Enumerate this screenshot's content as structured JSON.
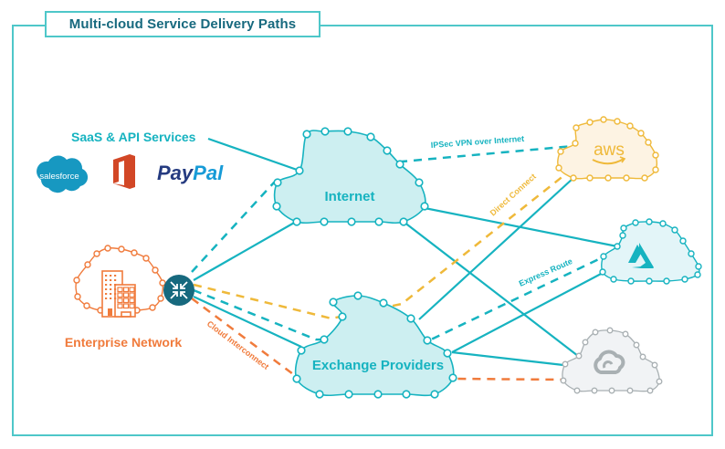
{
  "title": "Multi-cloud Service Delivery Paths",
  "colors": {
    "teal": "#16b3c0",
    "teal_dark": "#17697e",
    "orange": "#f07b3c",
    "gold": "#efb93a",
    "cloud_teal_fill": "#cdeff1",
    "cloud_aws_fill": "#fdf3e3",
    "cloud_azure_fill": "#e3f5f8",
    "cloud_gcp_fill": "#f1f3f5",
    "cloud_gcp_stroke": "#a9b0b3",
    "router_fill": "#17697e",
    "salesforce": "#1798c1",
    "office": "#d24726",
    "paypal_dark": "#253b80",
    "paypal_light": "#179bd7"
  },
  "saas": {
    "label": "SaaS & API Services",
    "logos": [
      {
        "name": "salesforce",
        "text": "salesforce"
      },
      {
        "name": "office-365",
        "text": ""
      },
      {
        "name": "paypal",
        "text_a": "Pay",
        "text_b": "Pal"
      }
    ]
  },
  "nodes": {
    "internet": {
      "label": "Internet"
    },
    "exchange": {
      "label": "Exchange Providers"
    },
    "enterprise": {
      "label": "Enterprise Network"
    },
    "aws": {
      "label": "aws"
    },
    "azure": {
      "label": "Azure"
    },
    "gcp": {
      "label": "Google Cloud"
    }
  },
  "connections": {
    "ipsec": "IPSec VPN over Internet",
    "direct_connect": "Direct Connect",
    "express_route": "Express Route",
    "cloud_interconnect": "Cloud Interconnect"
  }
}
